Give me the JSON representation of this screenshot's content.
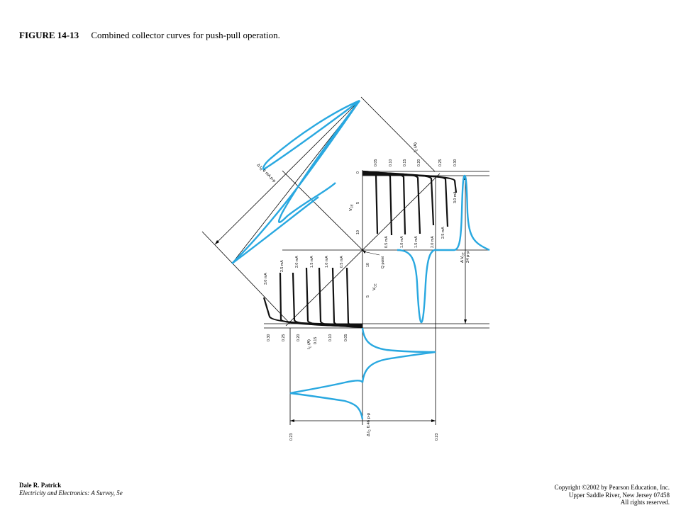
{
  "caption": {
    "figure_label": "FIGURE 14-13",
    "title": "Combined collector curves for push-pull operation."
  },
  "colors": {
    "signal": "#29a8e0",
    "curve": "#111111",
    "line": "#000000"
  },
  "diagram": {
    "top_vce_ticks": [
      "0",
      "5",
      "10"
    ],
    "top_vce_label": "V",
    "top_vce_sub": "CE",
    "top_ic_ticks": [
      "0.05",
      "0.10",
      "0.15",
      "0.20",
      "0.25",
      "0.30"
    ],
    "top_ic_label": "I",
    "top_ic_sub": "C",
    "top_ic_unit": "(A)",
    "top_curve_labels": [
      "0.5 mA",
      "1.0 mA",
      "1.5 mA",
      "2.0 mA",
      "2.5 mA",
      "3.0 mA"
    ],
    "q_point": "Q point",
    "delta_vce": "Δ V",
    "delta_vce_sub": "CE",
    "delta_vce_value": "24 p-p",
    "delta_ib": "Δ I",
    "delta_ib_sub": "B",
    "delta_ib_value": "6 mA p-p",
    "bottom_vce_ticks": [
      "10",
      "5"
    ],
    "bottom_vce_label": "V",
    "bottom_vce_sub": "CE",
    "bottom_ic_ticks": [
      "0.30",
      "0.25",
      "0.20",
      "0.15",
      "0.10",
      "0.05"
    ],
    "bottom_ic_label": "I",
    "bottom_ic_sub": "C",
    "bottom_ic_unit": "(A)",
    "bottom_curve_labels": [
      "3.0 mA",
      "2.5 mA",
      "2.0 mA",
      "1.5 mA",
      "1.0 mA",
      "0.5 mA"
    ],
    "delta_ic": "Δ I",
    "delta_ic_sub": "C",
    "delta_ic_value": "0.46 p-p",
    "ic_left_value": "0.23",
    "ic_right_value": "0.23"
  },
  "footer": {
    "author": "Dale R. Patrick",
    "book": "Electricity and Electronics:  A Survey, 5e",
    "copyright": "Copyright ©2002 by Pearson Education, Inc.",
    "address": "Upper Saddle River, New Jersey 07458",
    "rights": "All rights reserved."
  }
}
